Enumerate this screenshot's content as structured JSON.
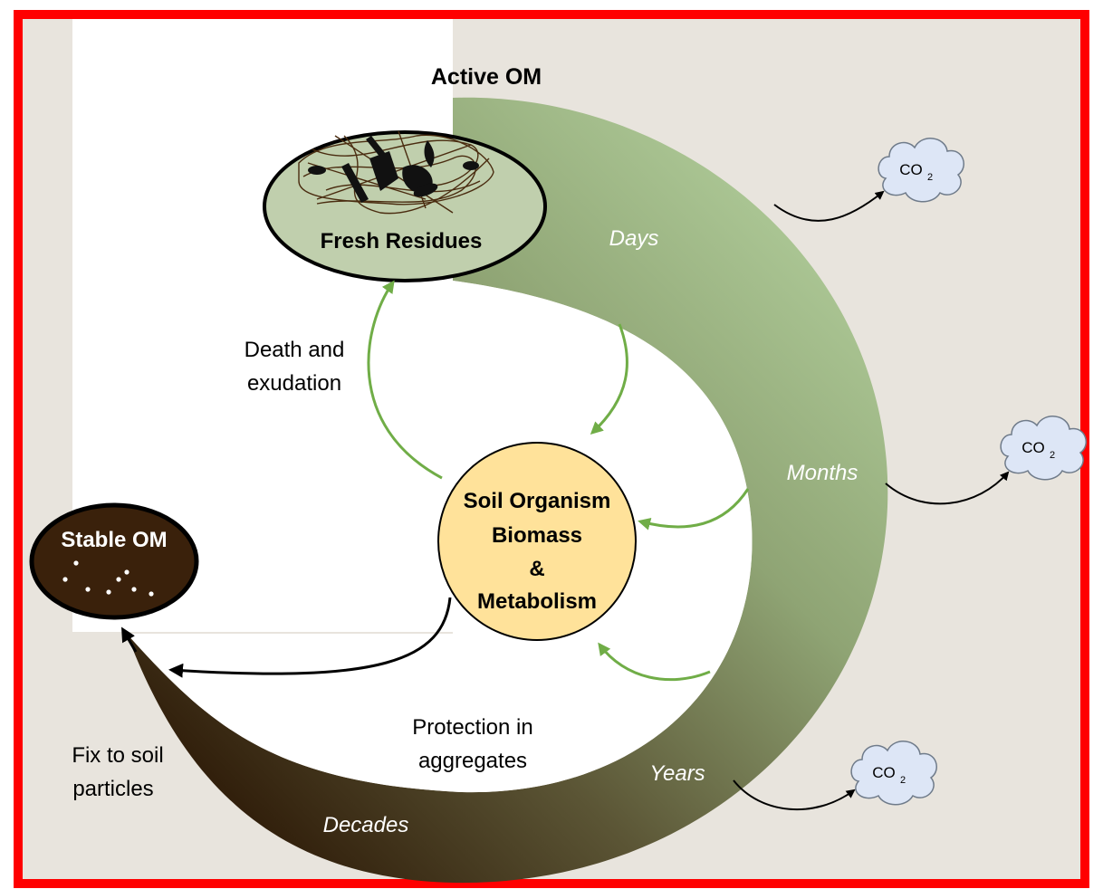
{
  "labels": {
    "active_om": "Active OM",
    "fresh_residues": "Fresh Residues",
    "stable_om": "Stable OM",
    "soil_organism": [
      "Soil Organism",
      "Biomass",
      "&",
      "Metabolism"
    ],
    "death_exudation": [
      "Death and",
      "exudation"
    ],
    "protection": [
      "Protection in",
      "aggregates"
    ],
    "fix_soil": [
      "Fix to soil",
      "particles"
    ]
  },
  "timescales": {
    "days": "Days",
    "months": "Months",
    "years": "Years",
    "decades": "Decades"
  },
  "co2": {
    "base": "CO",
    "subscript": "2"
  },
  "colors": {
    "frame": "#ff0000",
    "background": "#e8e4dd",
    "green_arrow": "#70ad47",
    "band_light": "#b5d1a0",
    "band_dark": "#2b1705",
    "fresh_fill": "#c0cfad",
    "stable_fill": "#3a210b",
    "organism_fill": "#ffe29a",
    "cloud_fill": "#dde6f6"
  }
}
